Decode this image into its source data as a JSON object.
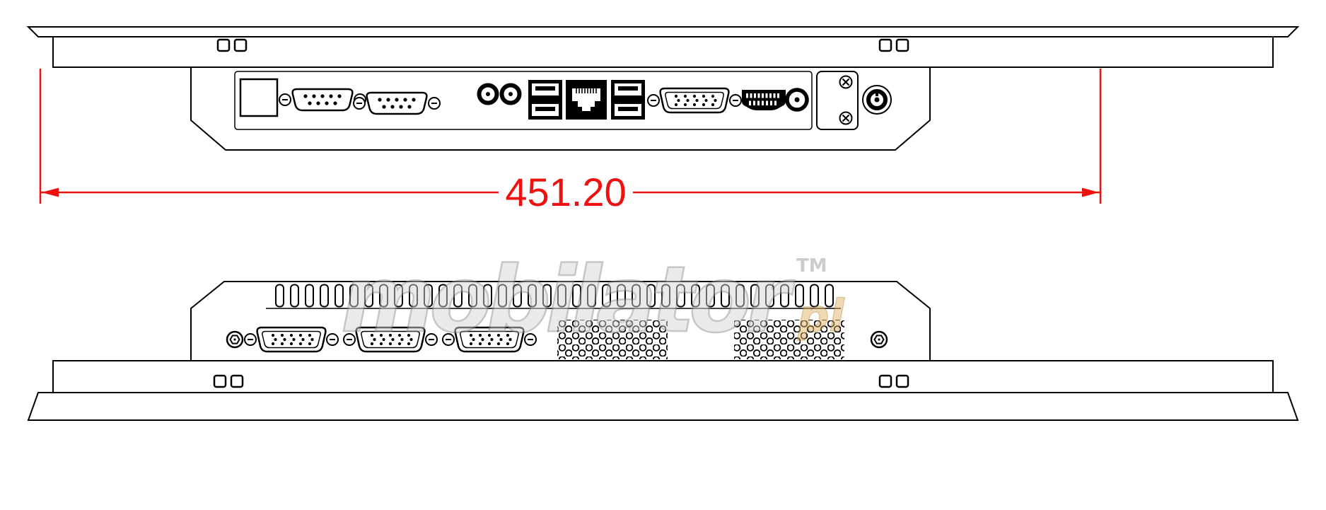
{
  "dimension": {
    "label": "451.20",
    "color": "#ef1010"
  },
  "watermark": {
    "text": "mobilator",
    "suffix": "pl",
    "tm_mark": "TM",
    "primary_color": "#bdbdbd",
    "suffix_color": "#d9a651"
  },
  "drawing_colors": {
    "outline": "#000000",
    "background": "#ffffff",
    "connector_fill": "#000000"
  },
  "io_edge_view": {
    "ports": [
      "power-switch",
      "com1-serial-db9",
      "com2-serial-db9",
      "audio-jack-1",
      "audio-jack-2",
      "usb-dual-port-left",
      "lan-rj45",
      "usb-dual-port-right",
      "vga-db15",
      "hdmi",
      "dc-power-jack",
      "screw-plate",
      "round-power-connector"
    ],
    "mounting_holes": 4
  },
  "vent_edge_view": {
    "ports": [
      "db15-connector-1",
      "db15-connector-2",
      "db15-connector-3"
    ],
    "features": [
      "vent-slot-band",
      "vent-hole-cluster-left",
      "vent-hole-cluster-right",
      "hex-screw-left",
      "hex-screw-right"
    ],
    "mounting_holes": 4
  }
}
